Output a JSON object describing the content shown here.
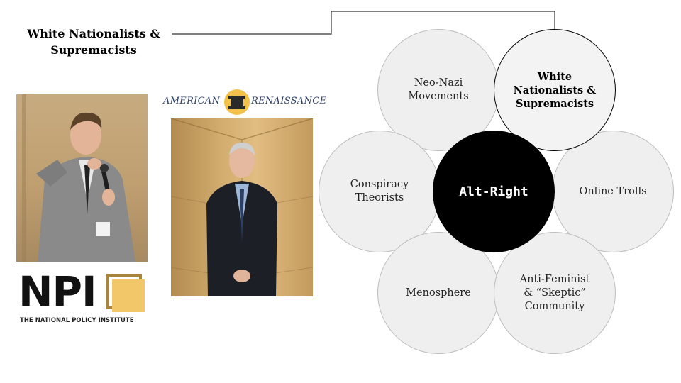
{
  "slide": {
    "title_line1": "White Nationalists &",
    "title_line2": "Supremacists"
  },
  "logos": {
    "npi": {
      "letters": "NPI",
      "caption": "THE NATIONAL POLICY INSTITUTE",
      "accent_color": "#f1c76a"
    },
    "american_renaissance": {
      "left_word": "AMERICAN",
      "right_word": "RENAISSANCE",
      "color": "#2f3f64"
    }
  },
  "diagram": {
    "center_label": "Alt-Right",
    "nodes": [
      {
        "line1": "Neo-Nazi",
        "line2": "Movements",
        "line3": ""
      },
      {
        "line1": "White",
        "line2": "Nationalists &",
        "line3": "Supremacists"
      },
      {
        "line1": "Conspiracy",
        "line2": "Theorists",
        "line3": ""
      },
      {
        "line1": "Online Trolls",
        "line2": "",
        "line3": ""
      },
      {
        "line1": "Menosphere",
        "line2": "",
        "line3": ""
      },
      {
        "line1": "Anti-Feminist",
        "line2": "& “Skeptic”",
        "line3": "Community"
      }
    ]
  }
}
